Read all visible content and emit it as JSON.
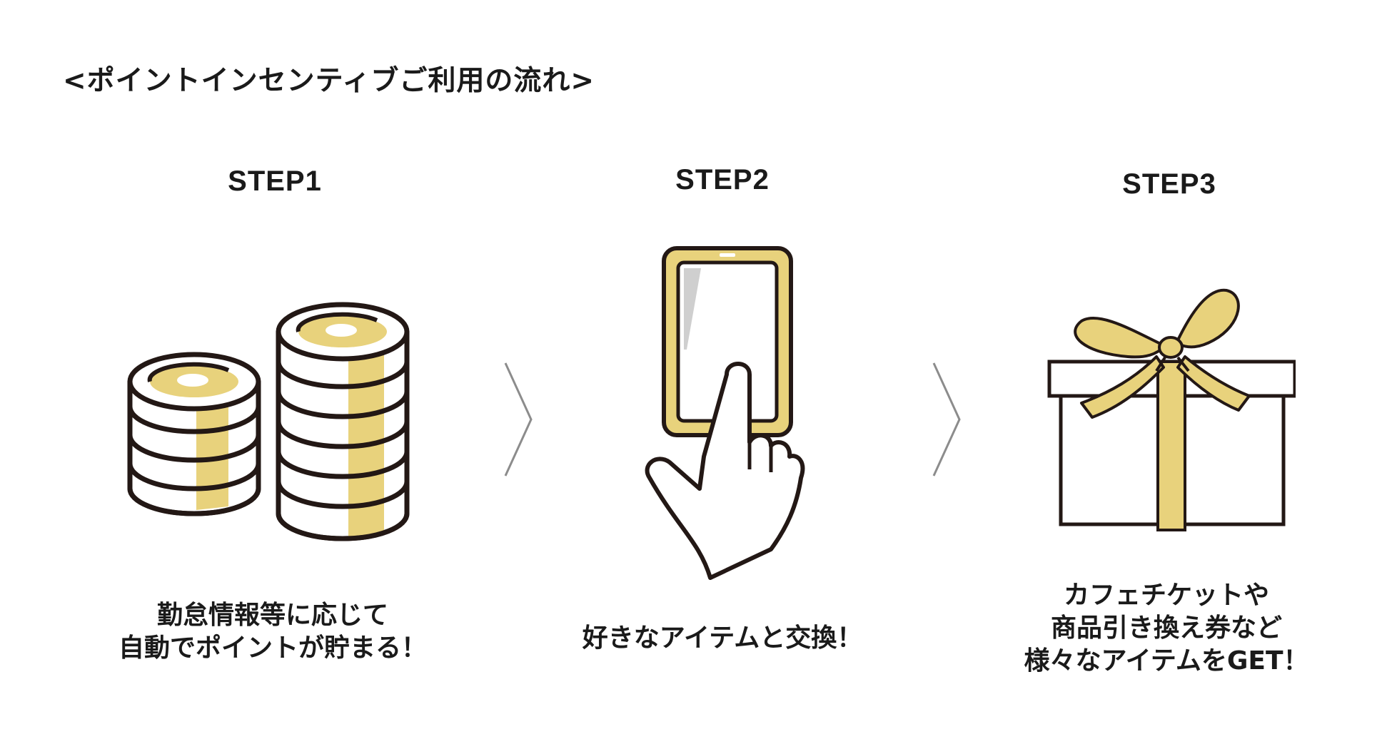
{
  "heading": "<ポイントインセンティブご利用の流れ>",
  "colors": {
    "accent": "#e8d27c",
    "outline": "#231815",
    "arrow": "#8c8c8c",
    "background": "#ffffff"
  },
  "steps": [
    {
      "label": "STEP1",
      "icon": "coin-stack-icon",
      "description": [
        "勤怠情報等に応じて",
        "自動でポイントが貯まる！"
      ]
    },
    {
      "label": "STEP2",
      "icon": "smartphone-tap-icon",
      "description": [
        "好きなアイテムと交換！"
      ]
    },
    {
      "label": "STEP3",
      "icon": "gift-box-icon",
      "description": [
        "カフェチケットや",
        "商品引き換え券など",
        "様々なアイテムをGET！"
      ]
    }
  ],
  "arrows": [
    "chevron-right-icon",
    "chevron-right-icon"
  ]
}
